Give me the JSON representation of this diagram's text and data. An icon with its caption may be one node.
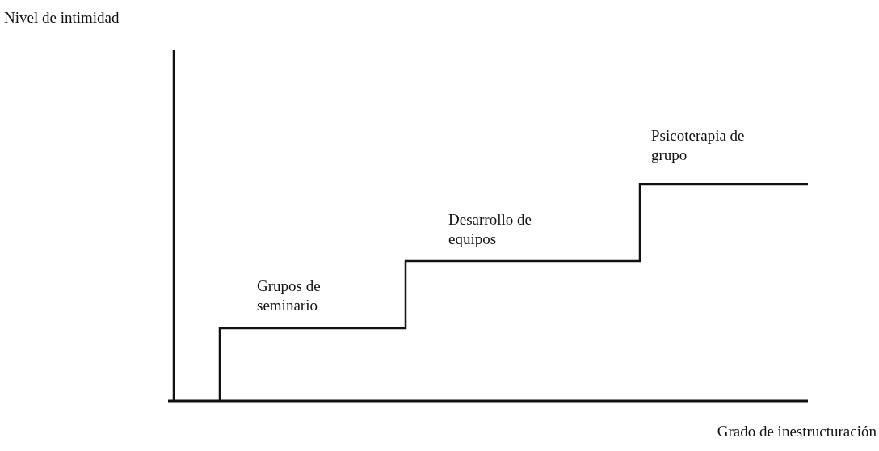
{
  "diagram": {
    "labels": [
      "Nivel de intimidad",
      "Psicoterapia de grupo",
      "Desarrollo de equipos",
      "Grupos de seminario",
      "Grado de inestructuración"
    ]
  }
}
